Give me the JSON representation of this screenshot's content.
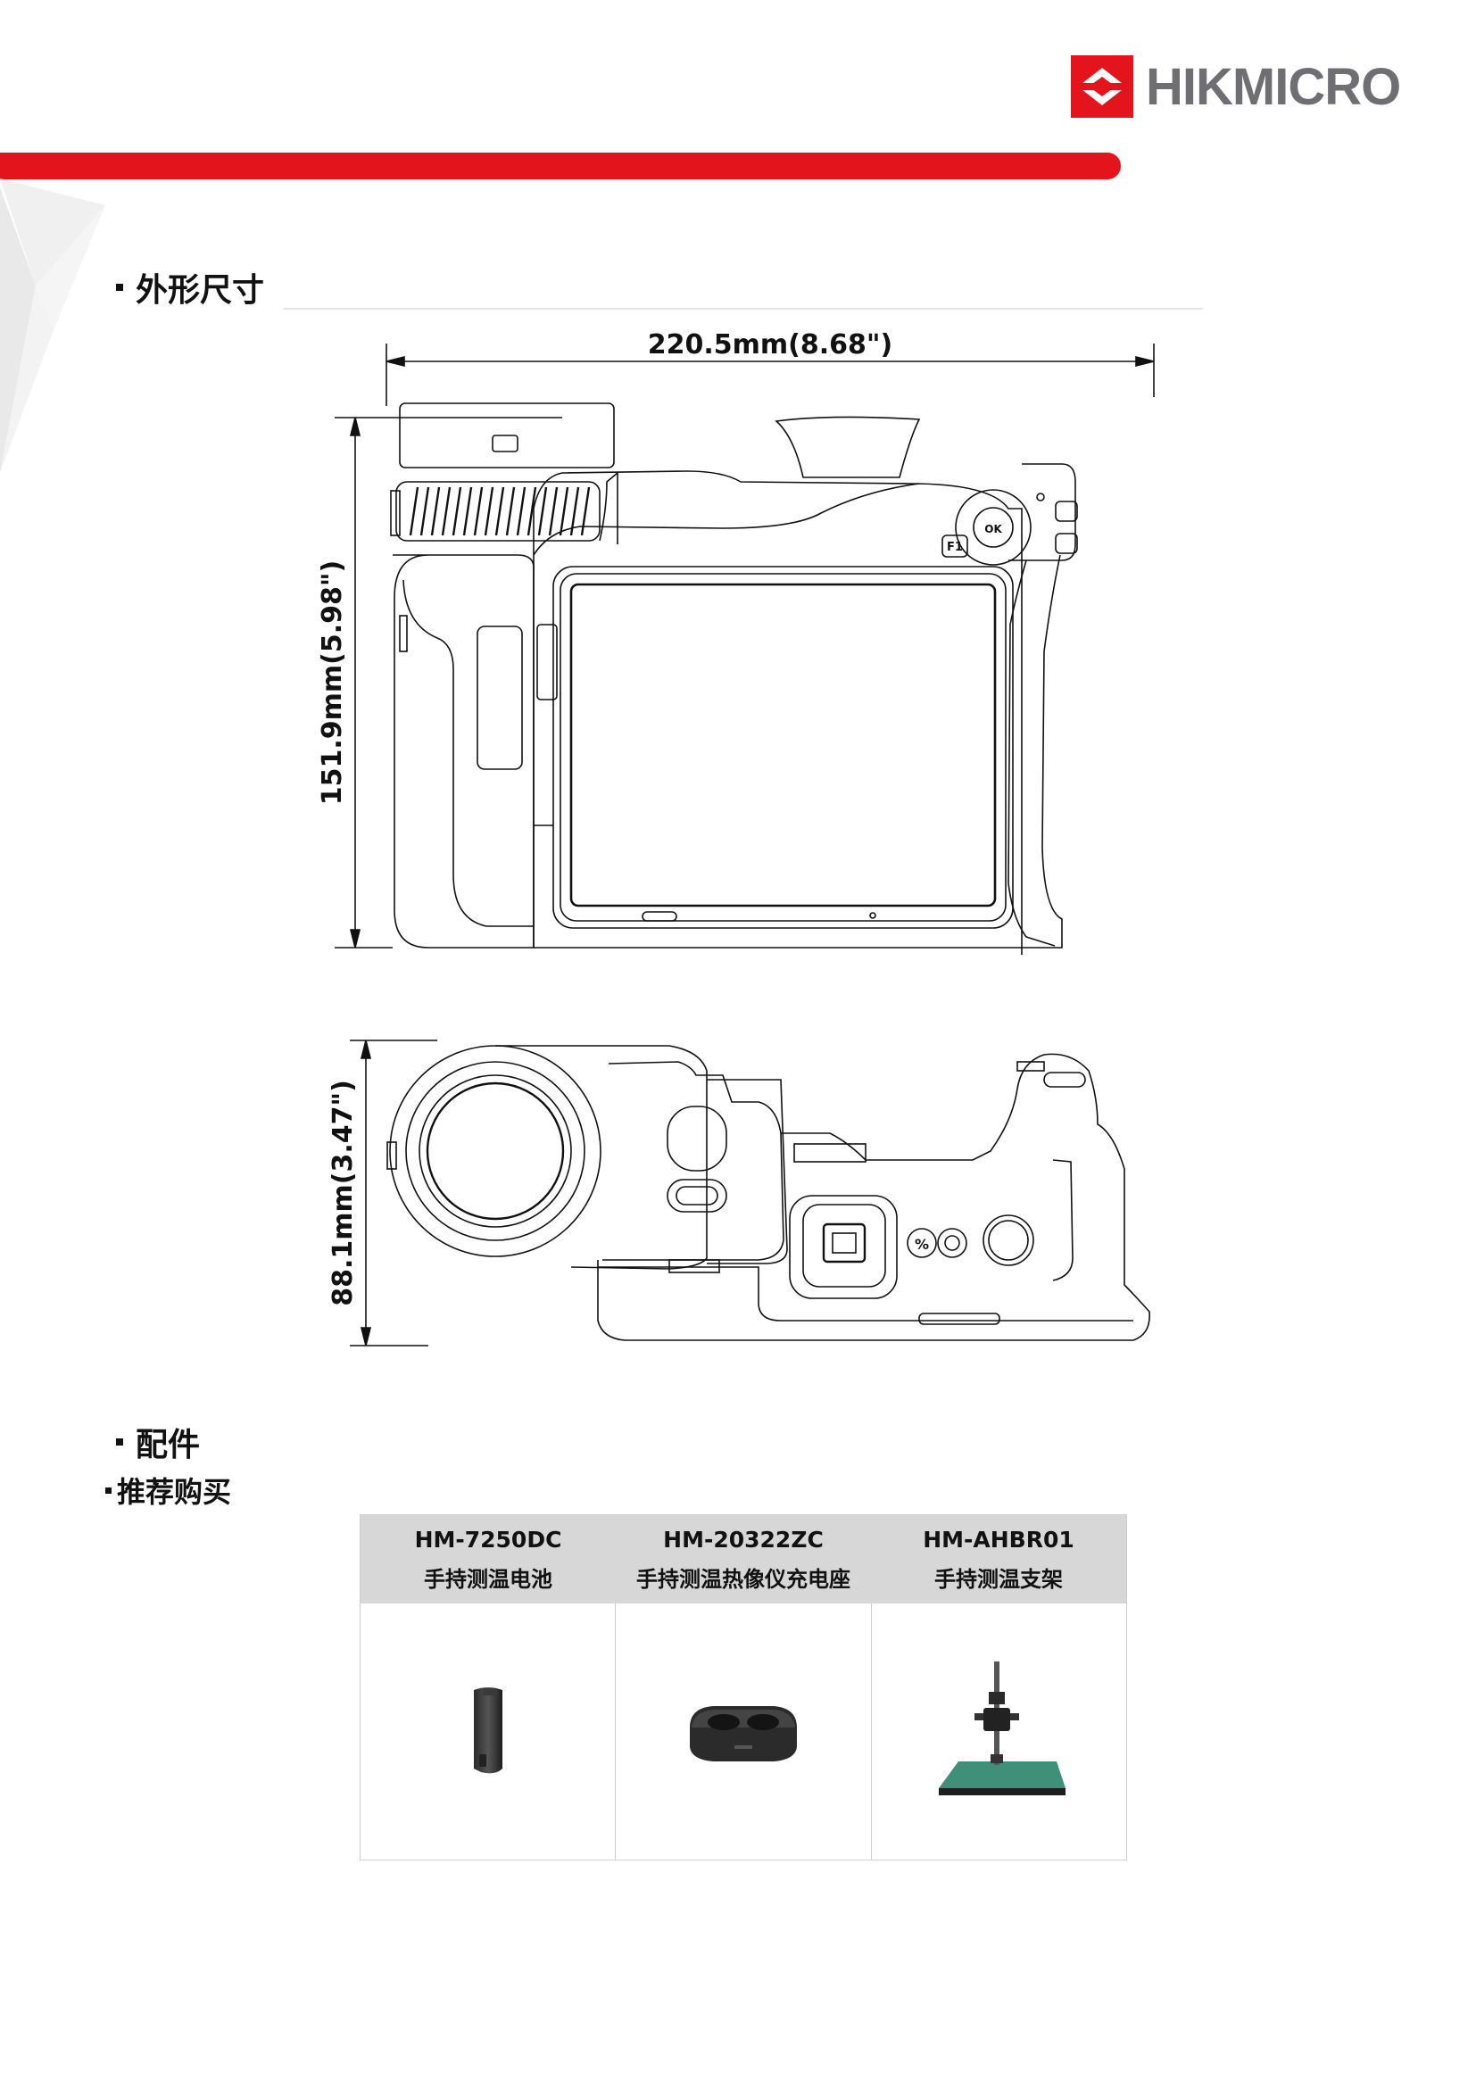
{
  "brand": {
    "name": "HIKMICRO",
    "colors": {
      "red": "#e3141c",
      "gray": "#6f6f73"
    }
  },
  "sections": {
    "dimensions_title": "外形尺寸",
    "accessories_title": "配件",
    "recommended_title": "推荐购买"
  },
  "dimensions": {
    "width": "220.5mm(8.68\")",
    "height": "151.9mm(5.98\")",
    "depth": "88.1mm(3.47\")"
  },
  "camera_labels": {
    "button_ok": "OK",
    "button_f1": "F1",
    "button_percent": "%"
  },
  "accessories": [
    {
      "model": "HM-7250DC",
      "name": "手持测温电池",
      "icon": "battery-icon"
    },
    {
      "model": "HM-20322ZC",
      "name": "手持测温热像仪充电座",
      "icon": "charger-icon"
    },
    {
      "model": "HM-AHBR01",
      "name": "手持测温支架",
      "icon": "stand-icon"
    }
  ]
}
